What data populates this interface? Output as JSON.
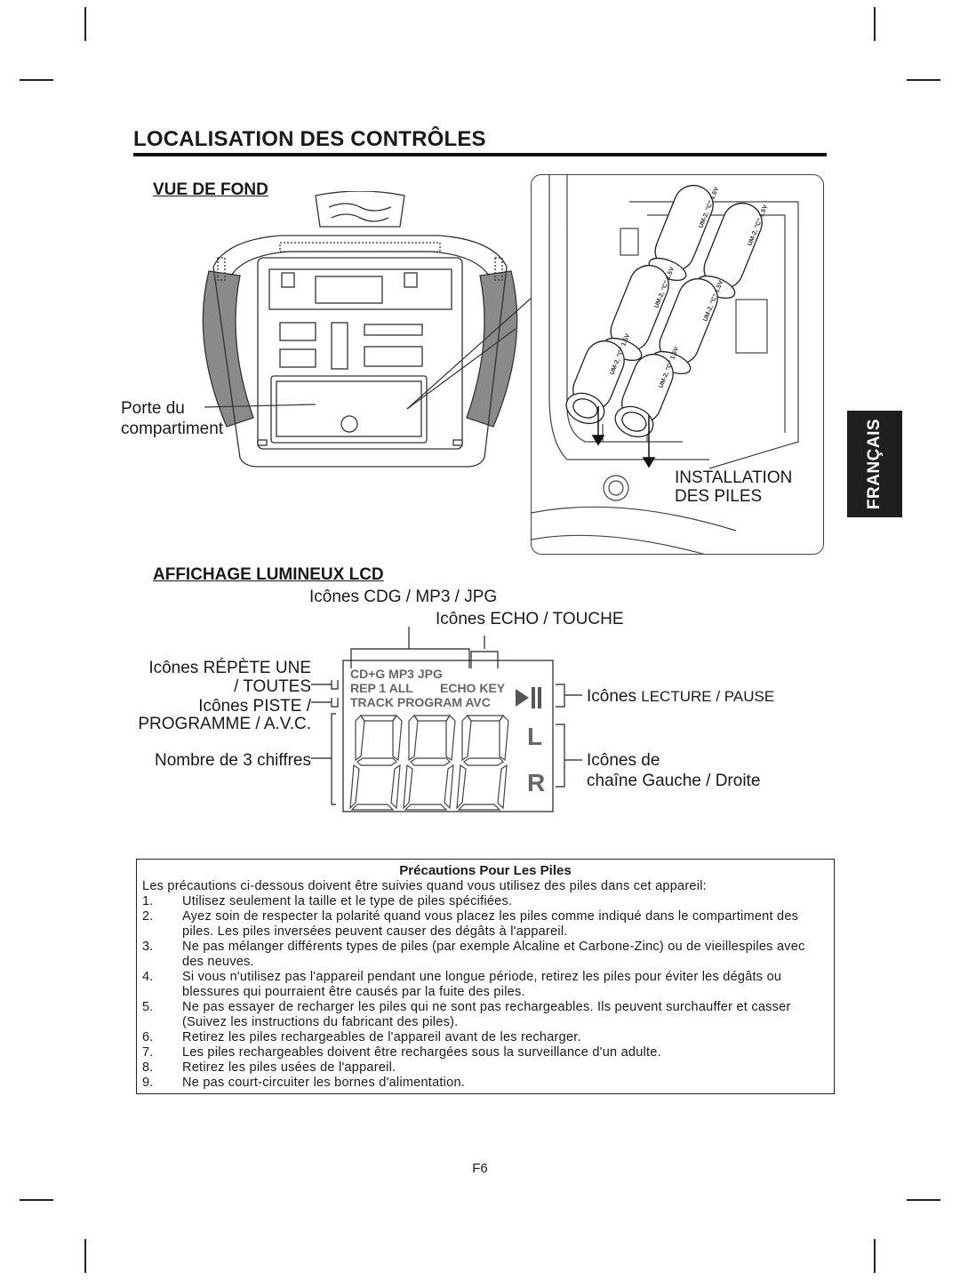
{
  "page": {
    "title": "LOCALISATION DES CONTRÔLES",
    "language_tab": "FRANÇAIS",
    "page_number": "F6"
  },
  "bottom_view": {
    "heading": "VUE DE FOND",
    "door_label_line1": "Porte du",
    "door_label_line2": "compartiment",
    "install_label_line1": "INSTALLATION",
    "install_label_line2": "DES PILES",
    "battery_marking": "UM-2, \"C\" 1.5V"
  },
  "lcd": {
    "heading": "AFFICHAGE LUMINEUX LCD",
    "label_cdg": "Icônes CDG / MP3 / JPG",
    "label_echo": "Icônes ECHO / TOUCHE",
    "label_repeat_line1": "Icônes RÉPÈTE UNE",
    "label_repeat_line2": "/ TOUTES",
    "label_track_line1": "Icônes PISTE /",
    "label_track_line2": "PROGRAMME / A.V.C.",
    "label_digits": "Nombre de 3 chiffres",
    "label_play_prefix": "Icônes ",
    "label_play_suffix": "LECTURE / PAUSE",
    "label_channel_line1": "Icônes de",
    "label_channel_line2": "chaîne Gauche / Droite",
    "screen_row1": "CD+G MP3 JPG",
    "screen_row2_left": "REP 1 ALL",
    "screen_row2_right": "ECHO KEY",
    "screen_row3": "TRACK PROGRAM AVC",
    "screen_left": "L",
    "screen_right": "R"
  },
  "precautions": {
    "title": "Précautions Pour Les Piles",
    "intro": "Les précautions ci-dessous doivent être suivies quand vous utilisez des piles dans cet appareil:",
    "items": [
      {
        "num": "1.",
        "text": "Utilisez seulement la taille et le type de piles spécifiées."
      },
      {
        "num": "2.",
        "text": "Ayez soin de respecter la polarité quand vous placez les piles comme indiqué dans le compartiment des piles. Les piles inversées peuvent causer des dégâts à l'appareil."
      },
      {
        "num": "3.",
        "text": "Ne pas mélanger différents types de piles (par exemple Alcaline et Carbone-Zinc) ou de vieillespiles avec des neuves."
      },
      {
        "num": "4.",
        "text": "Si vous n'utilisez pas l'appareil pendant une longue période, retirez les piles pour éviter les dégâts ou blessures qui pourraient être causés par la fuite des piles."
      },
      {
        "num": "5.",
        "text": "Ne pas essayer de recharger les piles qui ne sont pas rechargeables. Ils peuvent surchauffer et casser (Suivez les instructions du fabricant des piles)."
      },
      {
        "num": "6.",
        "text": "Retirez les piles rechargeables de l'appareil avant de les recharger."
      },
      {
        "num": "7.",
        "text": "Les piles rechargeables doivent être rechargées sous la surveillance d'un adulte."
      },
      {
        "num": "8.",
        "text": "Retirez les piles usées de l'appareil."
      },
      {
        "num": "9.",
        "text": "Ne pas court-circuiter les bornes d'alimentation."
      }
    ]
  }
}
